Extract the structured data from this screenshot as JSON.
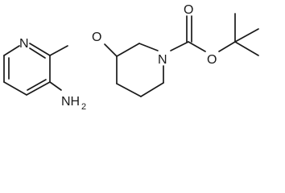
{
  "molecule": {
    "atoms": {
      "pyridine_n": "N",
      "ether_o": "O",
      "piperidine_n": "N",
      "ester_o": "O",
      "carbonyl_o": "O",
      "amine_nh": "NH",
      "amine_sub": "2"
    }
  }
}
